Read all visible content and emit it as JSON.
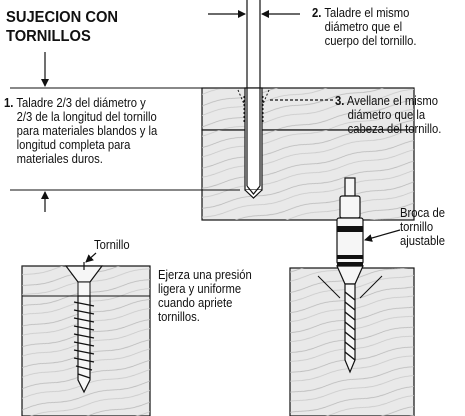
{
  "title": {
    "line1": "SUJECION CON",
    "line2": "TORNILLOS"
  },
  "steps": [
    {
      "number": "1.",
      "lines": [
        "Taladre 2/3 del diámetro y",
        "2/3 de la longitud del tornillo",
        "para materiales blandos y la",
        "longitud completa para",
        "materiales duros."
      ]
    },
    {
      "number": "2.",
      "lines": [
        "Taladre el mismo",
        "diámetro que el",
        "cuerpo del tornillo."
      ]
    },
    {
      "number": "3.",
      "lines": [
        "Avellane el mismo",
        "diámetro que la",
        "cabeza del tornillo."
      ]
    }
  ],
  "screw_label": "Tornillo",
  "pressure_note": [
    "Ejerza una presión",
    "ligera y uniforme",
    "cuando apriete",
    "tornillos."
  ],
  "bit_label": [
    "Broca de",
    "tornillo",
    "ajustable"
  ]
}
